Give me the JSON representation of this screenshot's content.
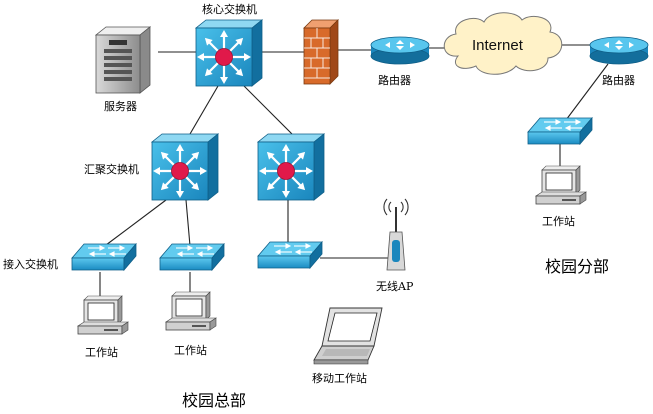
{
  "labels": {
    "core_switch": "核心交换机",
    "aggregation_switch": "汇聚交换机",
    "access_switch": "接入交换机",
    "server": "服务器",
    "router_main": "路由器",
    "router_branch": "路由器",
    "internet": "Internet",
    "ap": "无线AP",
    "workstation_1": "工作站",
    "workstation_2": "工作站",
    "workstation_branch": "工作站",
    "mobile_workstation": "移动工作站",
    "campus_main": "校园总部",
    "campus_branch": "校园分部"
  },
  "colors": {
    "device_blue": "#2aa8d8",
    "device_blue_dark": "#1478a8",
    "hub_red": "#e0194a",
    "firewall": "#d86a2a",
    "cloud_fill": "#fff2c8",
    "cloud_stroke": "#777777",
    "link": "#222222"
  },
  "icons": [
    "server-icon",
    "core-switch-icon",
    "firewall-icon",
    "router-icon",
    "internet-cloud-icon",
    "aggregation-switch-icon",
    "access-switch-icon",
    "wireless-ap-icon",
    "workstation-icon",
    "laptop-icon"
  ]
}
